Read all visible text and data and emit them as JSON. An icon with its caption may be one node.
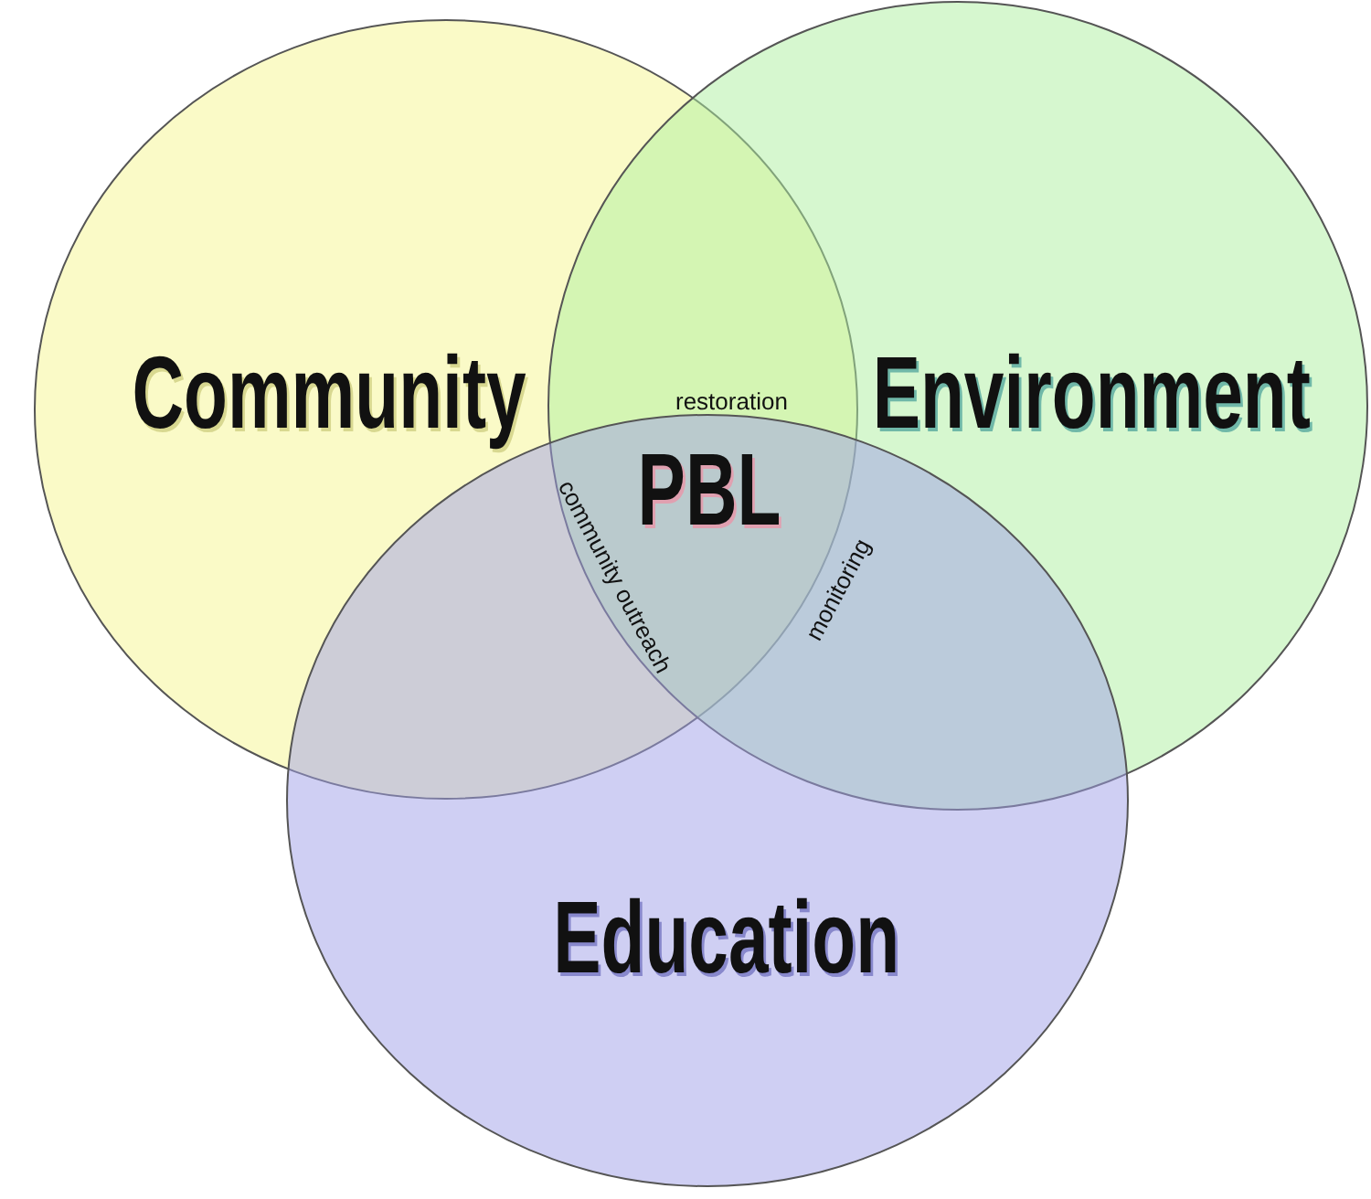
{
  "diagram": {
    "nodes": [
      {
        "text": [
          "Community"
        ]
      },
      {
        "text": [
          "Environment"
        ]
      },
      {
        "text": [
          "Education"
        ]
      }
    ],
    "labels": [
      "restoration",
      "PBL",
      "community outreach",
      "monitoring"
    ]
  }
}
